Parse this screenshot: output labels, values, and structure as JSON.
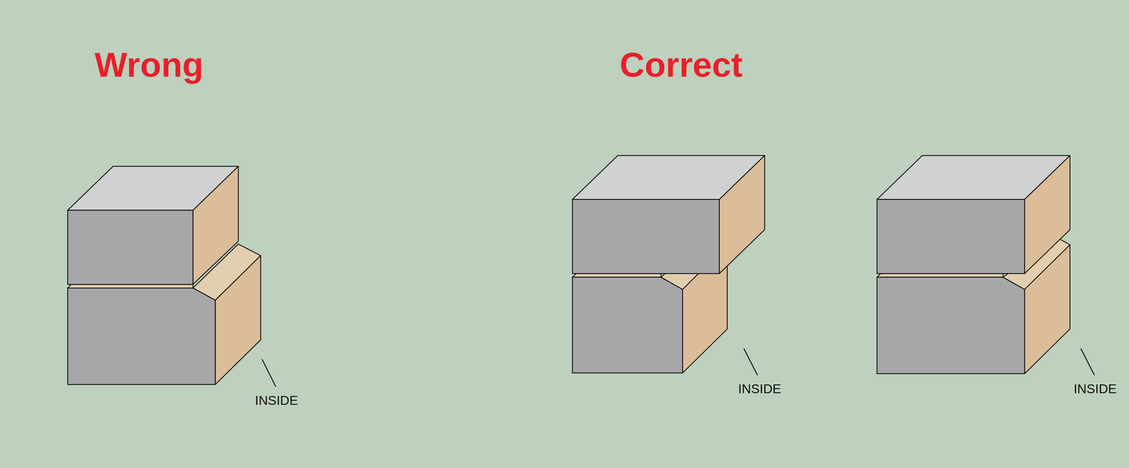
{
  "diagram": {
    "labels": [
      "Wrong",
      "Correct",
      "INSIDE",
      "INSIDE",
      "INSIDE"
    ]
  }
}
